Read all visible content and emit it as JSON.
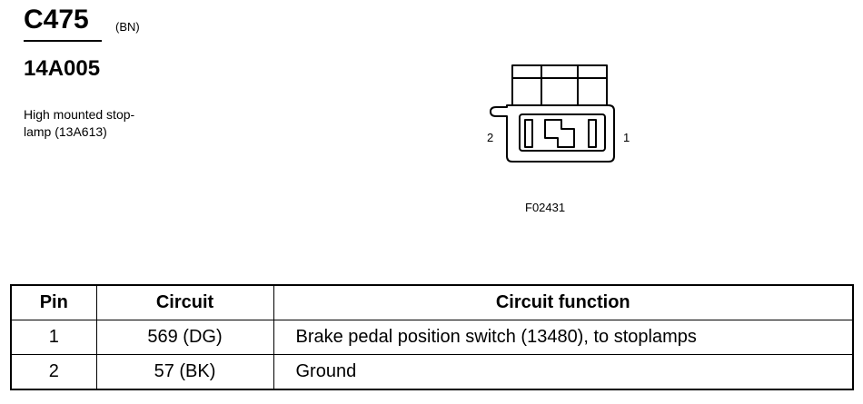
{
  "header": {
    "connector_id": "C475",
    "connector_color": "(BN)",
    "part_number": "14A005",
    "description_line1": "High mounted stop-",
    "description_line2": "lamp (13A613)"
  },
  "figure": {
    "pin_left_label": "2",
    "pin_right_label": "1",
    "figure_id": "F02431"
  },
  "table": {
    "headers": [
      "Pin",
      "Circuit",
      "Circuit function"
    ],
    "rows": [
      [
        "1",
        "569 (DG)",
        "Brake pedal position switch (13480), to stoplamps"
      ],
      [
        "2",
        "57 (BK)",
        "Ground"
      ]
    ]
  }
}
